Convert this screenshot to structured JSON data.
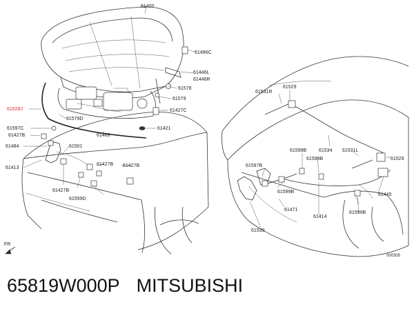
{
  "labels": {
    "p61400": "61400",
    "p61496c": "61496C",
    "p61446l": "61446L",
    "p61446r": "61446R",
    "p61578": "61578",
    "p61579": "61579",
    "p61427c": "61427C",
    "p61528j": "61528J",
    "p61579d": "61579D",
    "p61421": "61421",
    "p61597c": "61597C",
    "p61427b_a": "61427B",
    "p61468": "61468",
    "p61484": "61484",
    "p61501": "61501",
    "p61413": "61413",
    "p61427b_b": "61427B",
    "p61427b_c": "61427B",
    "p61427b_d": "61427B",
    "p61599d": "61599D",
    "p61531r": "61531R",
    "p61529_a": "61529",
    "p61599b_a": "61599B",
    "p61534": "61534",
    "p61531l": "61531L",
    "p61529_b": "61529",
    "p61597b": "61597B",
    "p61599b_b": "61599B",
    "p61599b_c": "61599B",
    "p61445": "61445",
    "p61471": "61471",
    "p61414": "61414",
    "p61599b_d": "61599B",
    "p61539": "61539",
    "fr": "FR",
    "ref": "000305"
  },
  "caption": {
    "part_number": "65819W000P",
    "brand": "MITSUBISHI"
  }
}
